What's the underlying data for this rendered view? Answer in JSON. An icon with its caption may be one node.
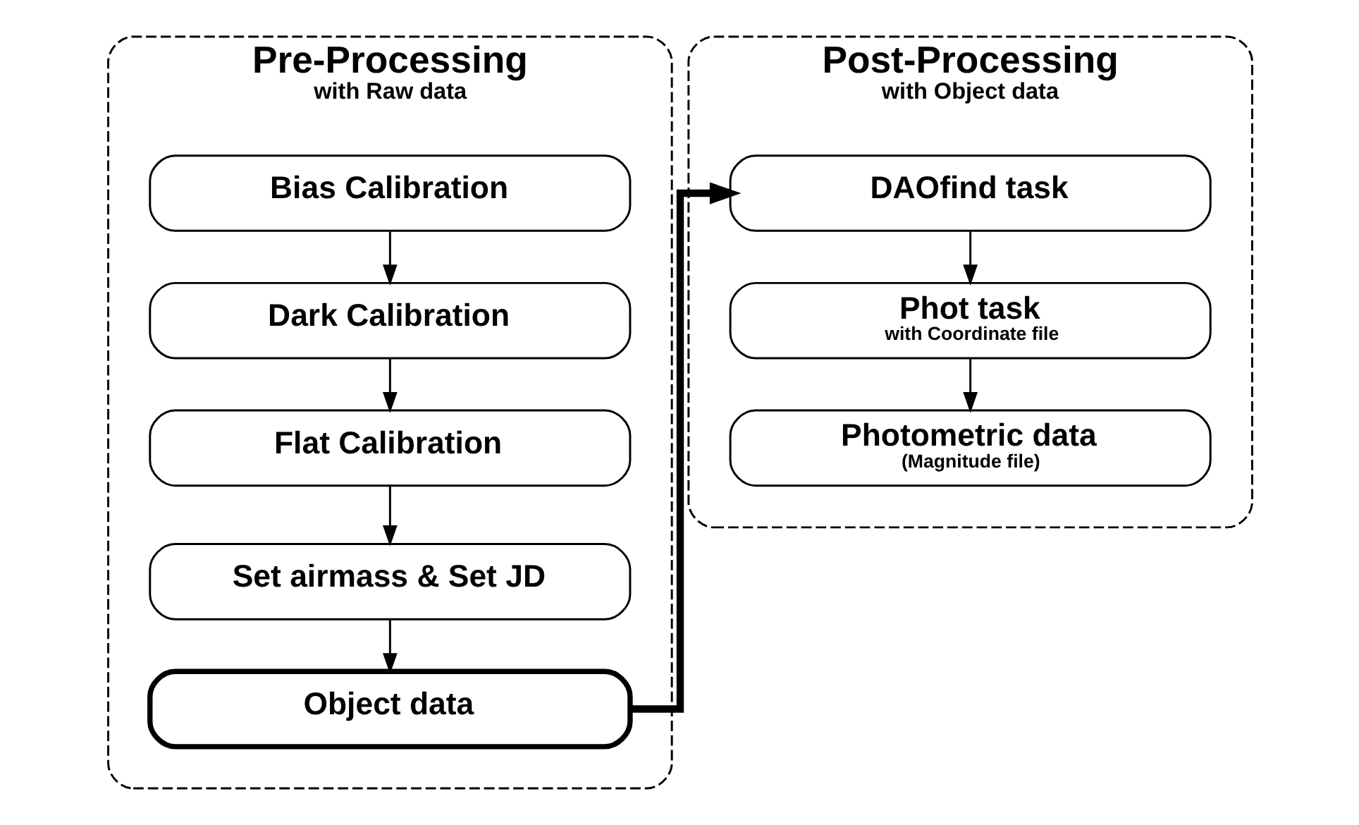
{
  "diagram": {
    "nodes": [
      {
        "text": [
          "Pre-Processing",
          "with Raw data"
        ]
      },
      {
        "text": [
          "Bias Calibration"
        ],
        "in": 0
      },
      {
        "text": [
          "Dark Calibration"
        ],
        "in": 0
      },
      {
        "text": [
          "Flat Calibration"
        ],
        "in": 0
      },
      {
        "text": [
          "Set airmass & Set JD"
        ],
        "in": 0
      },
      {
        "text": [
          "Object data"
        ],
        "in": 0
      },
      {
        "text": [
          "Post-Processing",
          "with Object data"
        ]
      },
      {
        "text": [
          "DAOfind task"
        ],
        "in": 6
      },
      {
        "text": [
          "Phot task",
          "with Coordinate file"
        ],
        "in": 6
      },
      {
        "text": [
          "Photometric data",
          "(Magnitude file)"
        ],
        "in": 6
      }
    ],
    "edges": [
      {
        "from": 1,
        "to": 2,
        "arrow": "to"
      },
      {
        "from": 2,
        "to": 3,
        "arrow": "to"
      },
      {
        "from": 3,
        "to": 4,
        "arrow": "to"
      },
      {
        "from": 4,
        "to": 5,
        "arrow": "to"
      },
      {
        "from": 5,
        "to": 7,
        "arrow": "to",
        "style": "thick"
      },
      {
        "from": 7,
        "to": 8,
        "arrow": "to"
      },
      {
        "from": 8,
        "to": 9,
        "arrow": "to"
      }
    ]
  }
}
